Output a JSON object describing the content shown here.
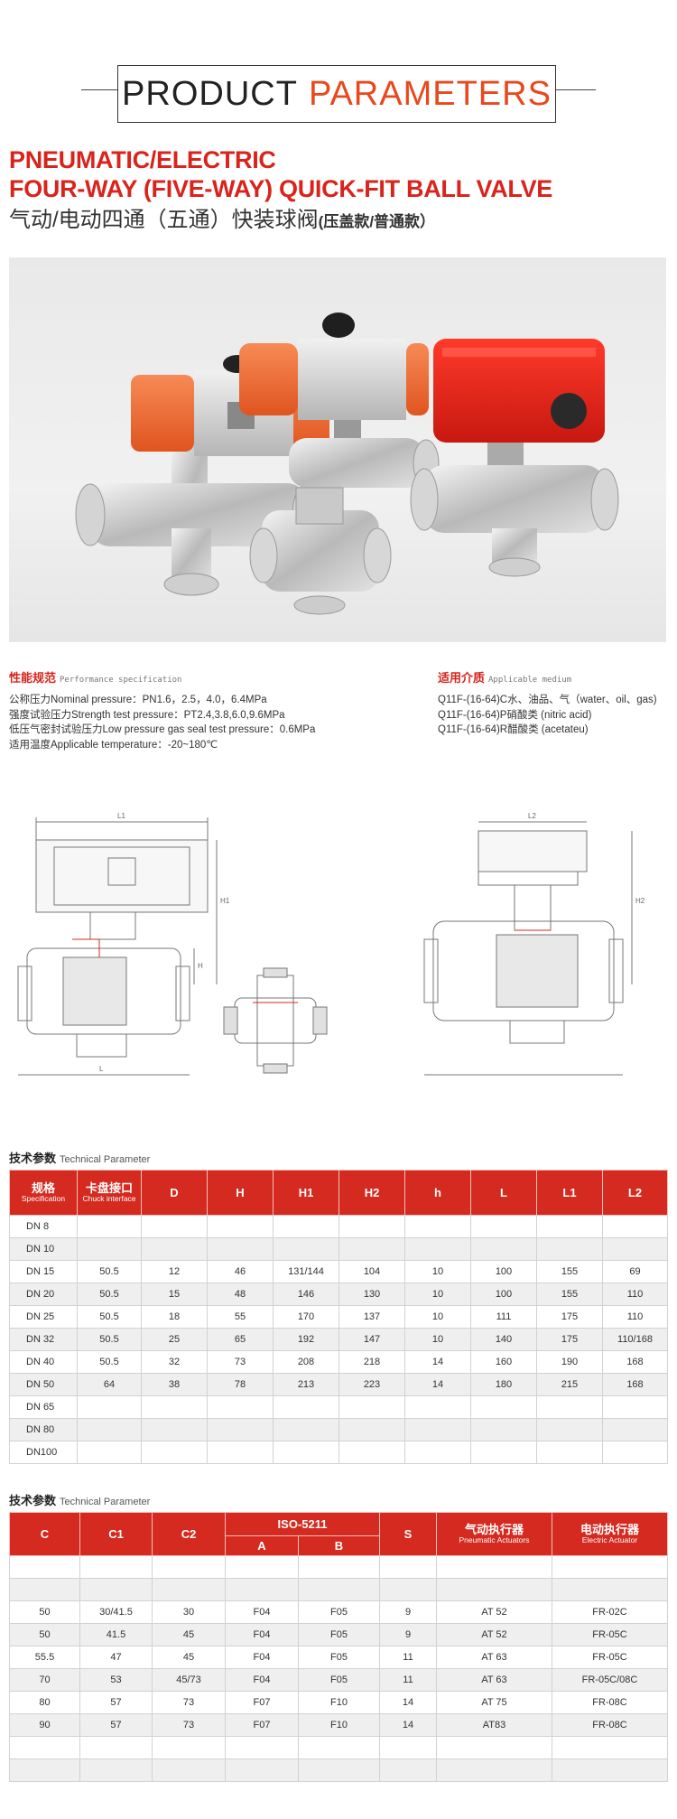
{
  "banner": {
    "word1": "PRODUCT",
    "word2": "PARAMETERS"
  },
  "title": {
    "en_line1": "PNEUMATIC/ELECTRIC",
    "en_line2": "FOUR-WAY (FIVE-WAY) QUICK-FIT BALL VALVE",
    "cn": "气动/电动四通（五通）快装球阀",
    "cn_sub": "(压盖款/普通款）"
  },
  "performance": {
    "heading_cn": "性能规范",
    "heading_en": "Performance specification",
    "lines": [
      "公称压力Nominal pressure：PN1.6，2.5，4.0，6.4MPa",
      "强度试验压力Strength test pressure：PT2.4,3.8,6.0,9.6MPa",
      "低压气密封试验压力Low pressure gas seal test pressure：0.6MPa",
      "适用温度Applicable temperature：-20~180℃"
    ]
  },
  "medium": {
    "heading_cn": "适用介质",
    "heading_en": "Applicable medium",
    "lines": [
      "Q11F-(16-64)C水、油品、气（water、oil、gas)",
      "Q11F-(16-64)P硝酸类 (nitric acid)",
      "Q11F-(16-64)R醋酸类 (acetateu)"
    ]
  },
  "drawing_labels": {
    "l1": "L1",
    "l2": "L2",
    "h": "H",
    "h1": "H1",
    "h2": "H2",
    "l": "L"
  },
  "table1": {
    "title_cn": "技术参数",
    "title_en": "Technical Parameter",
    "headers": [
      {
        "cn": "规格",
        "en": "Specification"
      },
      {
        "cn": "卡盘接口",
        "en": "Chuck interface"
      },
      {
        "cn": "D",
        "en": ""
      },
      {
        "cn": "H",
        "en": ""
      },
      {
        "cn": "H1",
        "en": ""
      },
      {
        "cn": "H2",
        "en": ""
      },
      {
        "cn": "h",
        "en": ""
      },
      {
        "cn": "L",
        "en": ""
      },
      {
        "cn": "L1",
        "en": ""
      },
      {
        "cn": "L2",
        "en": ""
      }
    ],
    "rows": [
      [
        "DN  8",
        "",
        "",
        "",
        "",
        "",
        "",
        "",
        "",
        ""
      ],
      [
        "DN 10",
        "",
        "",
        "",
        "",
        "",
        "",
        "",
        "",
        ""
      ],
      [
        "DN 15",
        "50.5",
        "12",
        "46",
        "131/144",
        "104",
        "10",
        "100",
        "155",
        "69"
      ],
      [
        "DN 20",
        "50.5",
        "15",
        "48",
        "146",
        "130",
        "10",
        "100",
        "155",
        "110"
      ],
      [
        "DN 25",
        "50.5",
        "18",
        "55",
        "170",
        "137",
        "10",
        "111",
        "175",
        "110"
      ],
      [
        "DN 32",
        "50.5",
        "25",
        "65",
        "192",
        "147",
        "10",
        "140",
        "175",
        "110/168"
      ],
      [
        "DN 40",
        "50.5",
        "32",
        "73",
        "208",
        "218",
        "14",
        "160",
        "190",
        "168"
      ],
      [
        "DN 50",
        "64",
        "38",
        "78",
        "213",
        "223",
        "14",
        "180",
        "215",
        "168"
      ],
      [
        "DN 65",
        "",
        "",
        "",
        "",
        "",
        "",
        "",
        "",
        ""
      ],
      [
        "DN 80",
        "",
        "",
        "",
        "",
        "",
        "",
        "",
        "",
        ""
      ],
      [
        "DN100",
        "",
        "",
        "",
        "",
        "",
        "",
        "",
        "",
        ""
      ]
    ]
  },
  "table2": {
    "title_cn": "技术参数",
    "title_en": "Technical Parameter",
    "headers": {
      "c": "C",
      "c1": "C1",
      "c2": "C2",
      "iso": "ISO-5211",
      "a": "A",
      "b": "B",
      "s": "S",
      "pneu_cn": "气动执行器",
      "pneu_en": "Pneumatic Actuators",
      "elec_cn": "电动执行器",
      "elec_en": "Electric Actuator"
    },
    "rows": [
      [
        "",
        "",
        "",
        "",
        "",
        "",
        "",
        ""
      ],
      [
        "",
        "",
        "",
        "",
        "",
        "",
        "",
        ""
      ],
      [
        "50",
        "30/41.5",
        "30",
        "F04",
        "F05",
        "9",
        "AT 52",
        "FR-02C"
      ],
      [
        "50",
        "41.5",
        "45",
        "F04",
        "F05",
        "9",
        "AT 52",
        "FR-05C"
      ],
      [
        "55.5",
        "47",
        "45",
        "F04",
        "F05",
        "11",
        "AT 63",
        "FR-05C"
      ],
      [
        "70",
        "53",
        "45/73",
        "F04",
        "F05",
        "11",
        "AT 63",
        "FR-05C/08C"
      ],
      [
        "80",
        "57",
        "73",
        "F07",
        "F10",
        "14",
        "AT 75",
        "FR-08C"
      ],
      [
        "90",
        "57",
        "73",
        "F07",
        "F10",
        "14",
        "AT83",
        "FR-08C"
      ],
      [
        "",
        "",
        "",
        "",
        "",
        "",
        "",
        ""
      ],
      [
        "",
        "",
        "",
        "",
        "",
        "",
        "",
        ""
      ]
    ]
  },
  "colors": {
    "accent_red": "#d42a1f",
    "title_red": "#d8241c",
    "banner_orange": "#e8481c"
  }
}
